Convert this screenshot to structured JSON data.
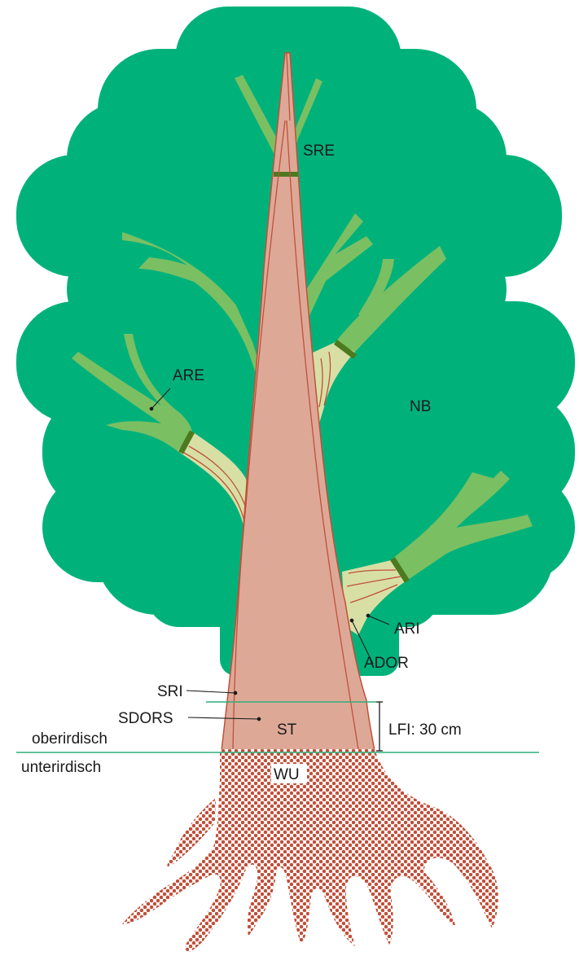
{
  "labels": {
    "sre": "SRE",
    "are": "ARE",
    "nb": "NB",
    "ari": "ARI",
    "ador": "ADOR",
    "sri": "SRI",
    "sdors": "SDORS",
    "st": "ST",
    "lfi": "LFI: 30 cm",
    "above_ground": "oberirdisch",
    "below_ground": "unterirdisch",
    "wu": "WU"
  },
  "colors": {
    "crown": "#00b27a",
    "branch_outer": "#7bbf63",
    "branch_inner": "#d8dfa5",
    "branch_band": "#4c7a1f",
    "trunk": "#dea897",
    "trunk_line": "#c0503a",
    "root_dots": "#c0503a",
    "ground_line": "#2fae7a",
    "text": "#1a1a1a"
  }
}
